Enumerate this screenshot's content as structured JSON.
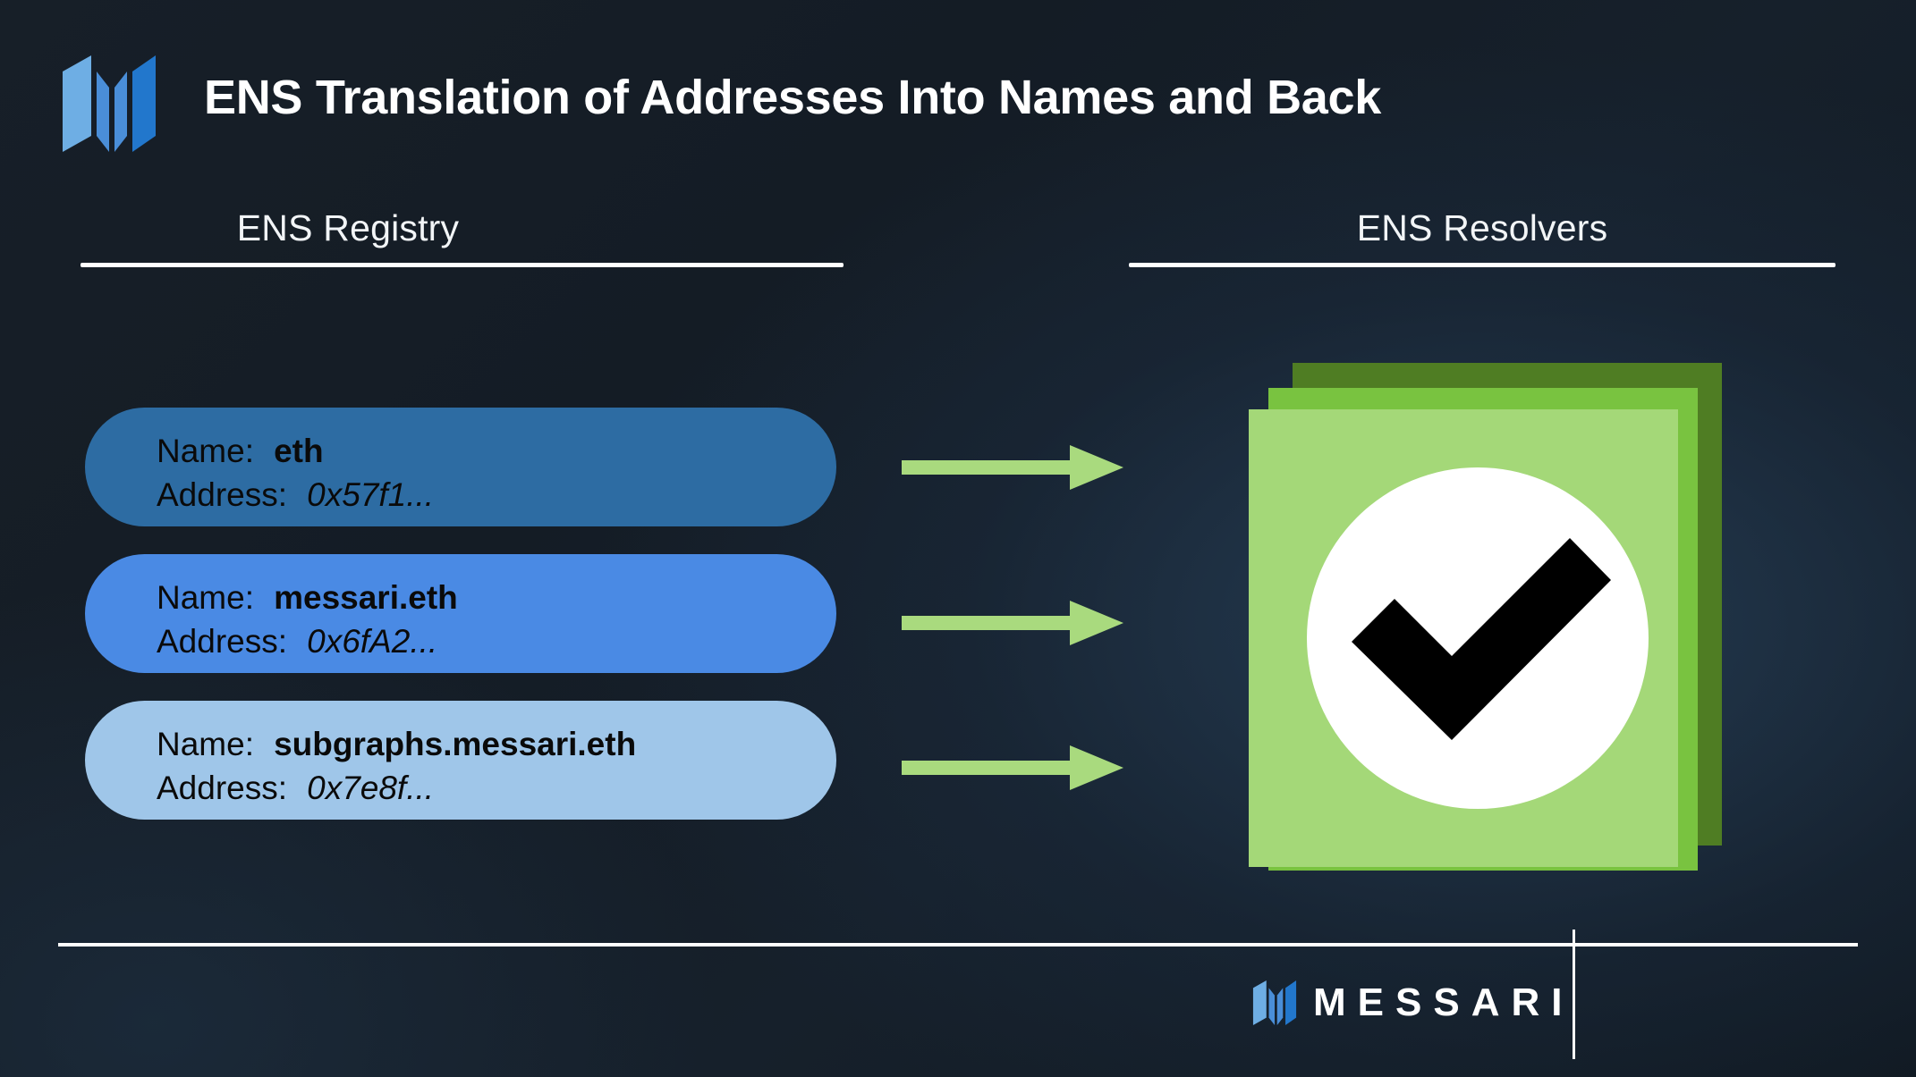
{
  "header": {
    "title": "ENS Translation of Addresses Into Names and Back",
    "logo_icon": "messari-logo-icon"
  },
  "columns": {
    "left": {
      "title": "ENS Registry"
    },
    "right": {
      "title": "ENS Resolvers"
    }
  },
  "registry": {
    "entries": [
      {
        "name_label": "Name:",
        "name_value": "eth",
        "address_label": "Address:",
        "address_value": "0x57f1...",
        "color": "#2d6ca3"
      },
      {
        "name_label": "Name:",
        "name_value": "messari.eth",
        "address_label": "Address:",
        "address_value": "0x6fA2...",
        "color": "#4a8ae4"
      },
      {
        "name_label": "Name:",
        "name_value": "subgraphs.messari.eth",
        "address_label": "Address:",
        "address_value": "0x7e8f...",
        "color": "#9fc6e9"
      }
    ]
  },
  "arrows": {
    "icon": "arrow-right-icon",
    "color": "#a9da7e",
    "count": 3
  },
  "resolvers": {
    "stack_colors": [
      "#4f7d23",
      "#79c340",
      "#a4d878"
    ],
    "status_icon": "checkmark-icon",
    "status_circle_color": "#ffffff",
    "status_check_color": "#000000"
  },
  "footer": {
    "wordmark": "MESSARI",
    "logo_icon": "messari-logo-icon"
  },
  "theme": {
    "background_dark": "#141c25",
    "background_light": "#263e56",
    "text_primary": "#ffffff",
    "pill_text": "#0a0a0a",
    "accent_green": "#a9da7e",
    "logo_blue_light": "#6eaee4",
    "logo_blue_mid": "#4a8ed8",
    "logo_blue_dark": "#2277cc"
  }
}
